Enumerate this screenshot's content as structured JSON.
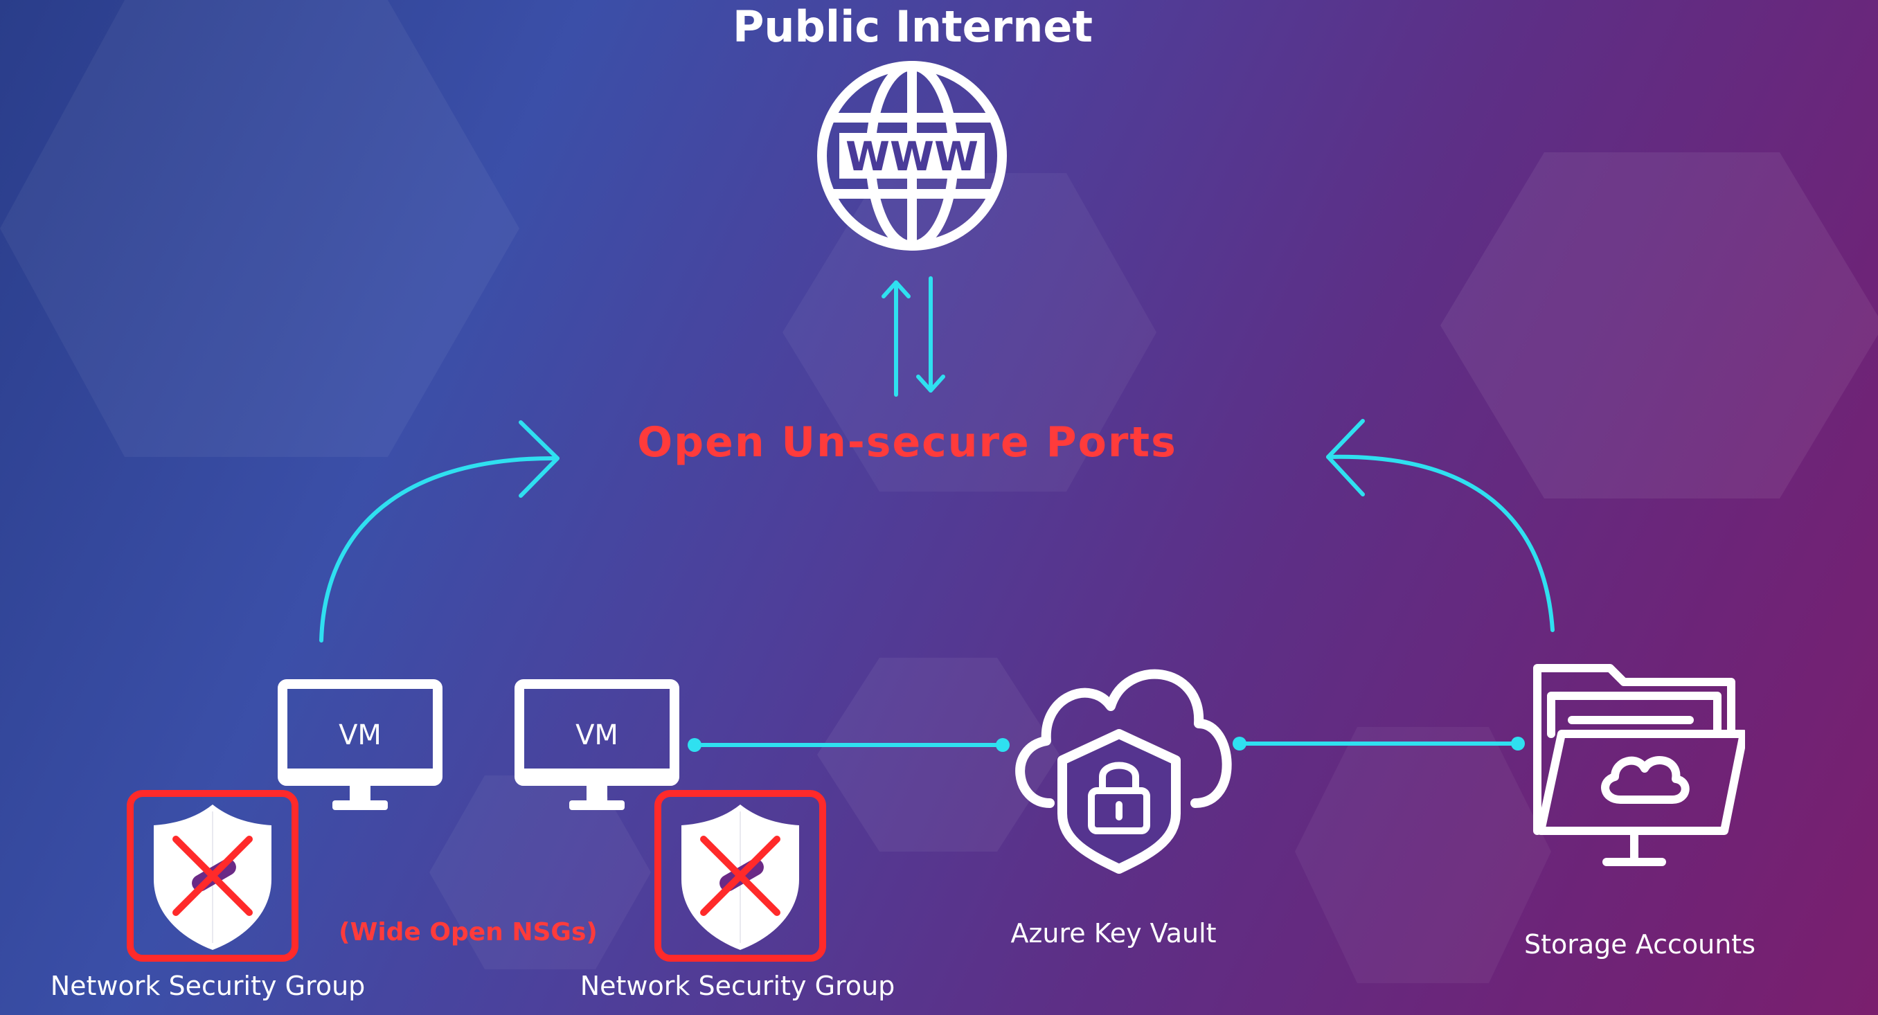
{
  "nodes": {
    "internet": {
      "label": "Public Internet",
      "icon_text": "WWW",
      "icon": "globe-icon"
    },
    "ports": {
      "label": "Open Un-secure Ports"
    },
    "vm_left": {
      "label": "VM",
      "icon": "monitor-icon"
    },
    "vm_right": {
      "label": "VM",
      "icon": "monitor-icon"
    },
    "nsg_left": {
      "label": "Network Security Group",
      "icon": "shield-icon"
    },
    "nsg_right": {
      "label": "Network Security Group",
      "icon": "shield-icon"
    },
    "nsg_note": {
      "label": "(Wide Open NSGs)"
    },
    "key_vault": {
      "label": "Azure Key Vault",
      "icon": "cloud-lock-icon"
    },
    "storage": {
      "label": "Storage Accounts",
      "icon": "folder-cloud-icon"
    }
  },
  "colors": {
    "connector": "#2fe0f0",
    "warning": "#ff3b3b",
    "icon": "#ffffff",
    "shield_mark": "#6a2a86"
  }
}
